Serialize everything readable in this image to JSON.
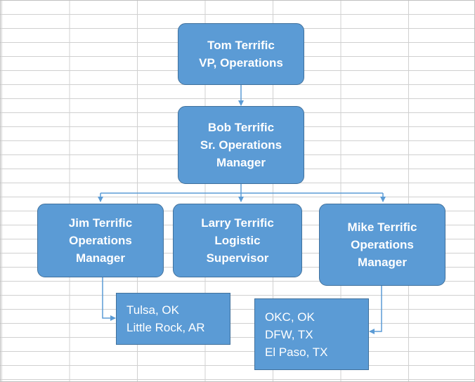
{
  "chart": {
    "top": {
      "name": "Tom Terrific",
      "title": "VP, Operations"
    },
    "senior": {
      "name": "Bob Terrific",
      "title_line1": "Sr. Operations",
      "title_line2": "Manager"
    },
    "reports": [
      {
        "name": "Jim Terrific",
        "title_line1": "Operations",
        "title_line2": "Manager"
      },
      {
        "name": "Larry Terrific",
        "title_line1": "Logistic",
        "title_line2": "Supervisor"
      },
      {
        "name": "Mike Terrific",
        "title_line1": "Operations",
        "title_line2": "Manager"
      }
    ],
    "jim_locations": [
      "Tulsa, OK",
      "Little Rock, AR"
    ],
    "mike_locations": [
      "OKC, OK",
      "DFW, TX",
      "El Paso, TX"
    ]
  },
  "colors": {
    "box_fill": "#5b9bd5",
    "box_border": "#41719c",
    "connector": "#5b9bd5",
    "gridline": "#d0d0d0"
  }
}
